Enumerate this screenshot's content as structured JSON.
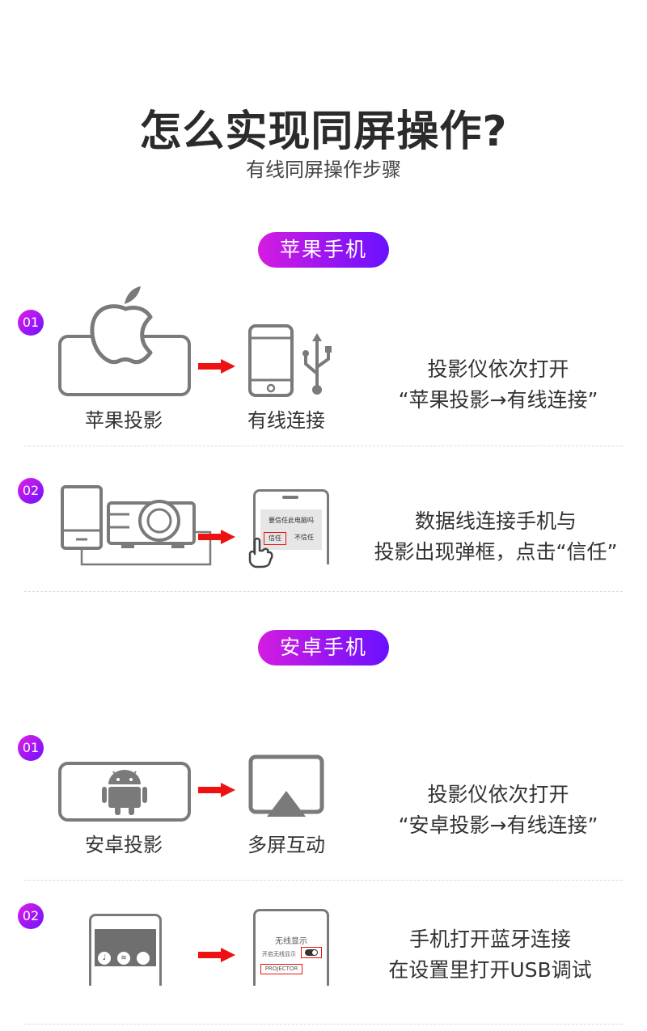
{
  "title": "怎么实现同屏操作?",
  "subtitle": "有线同屏操作步骤",
  "sections": {
    "apple": {
      "label": "苹果手机",
      "step1": {
        "badge": "01",
        "caption_left": "苹果投影",
        "caption_right": "有线连接",
        "desc_line1": "投影仪依次打开",
        "desc_line2": "“苹果投影→有线连接”"
      },
      "step2": {
        "badge": "02",
        "dialog_text": "要信任此电脑吗",
        "trust_button": "信任",
        "distrust_button": "不信任",
        "desc_line1": "数据线连接手机与",
        "desc_line2": "投影出现弹框，点击“信任”"
      }
    },
    "android": {
      "label": "安卓手机",
      "step1": {
        "badge": "01",
        "caption_left": "安卓投影",
        "caption_right": "多屏互动",
        "desc_line1": "投影仪依次打开",
        "desc_line2": "“安卓投影→有线连接”"
      },
      "step2": {
        "badge": "02",
        "screen_title": "无线显示",
        "toggle_label": "开启无线显示",
        "projector_label": "PROJECTOR",
        "desc_line1": "手机打开蓝牙连接",
        "desc_line2": "在设置里打开USB调试"
      }
    }
  },
  "colors": {
    "accent_start": "#d41ce0",
    "accent_end": "#6a10ff",
    "arrow": "#ee1111",
    "icon_gray": "#7a7a7a"
  }
}
